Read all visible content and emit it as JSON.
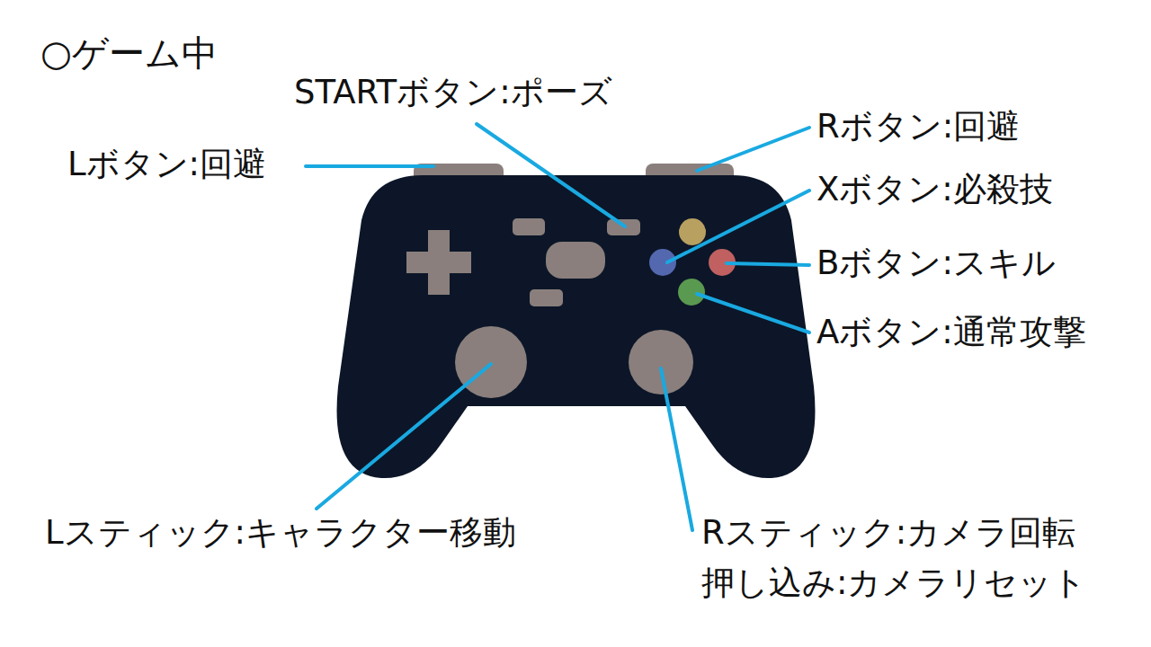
{
  "diagram": {
    "title": "○ゲーム中",
    "labels": [
      "STARTボタン:ポーズ",
      "Rボタン:回避",
      "Lボタン:回避",
      "Xボタン:必殺技",
      "Bボタン:スキル",
      "Aボタン:通常攻撃",
      "Lスティック:キャラクター移動",
      "Rスティック:カメラ回転",
      "押し込み:カメラリセット"
    ]
  }
}
